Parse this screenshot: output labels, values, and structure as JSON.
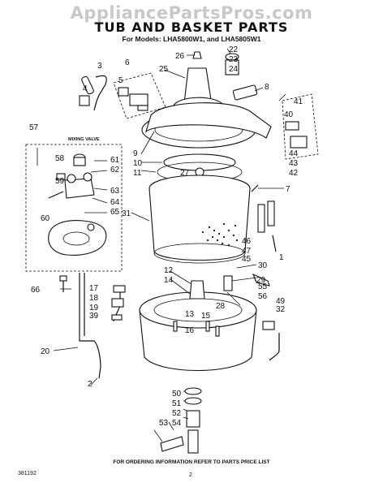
{
  "watermark": "AppliancePartsPros.com",
  "title": "TUB AND BASKET PARTS",
  "subtitle": "For Models: LHA5800W1, and LHA5805W1",
  "inset_label": "MIXING VALVE",
  "footer": "FOR ORDERING INFORMATION REFER TO PARTS PRICE LIST",
  "doc_number": "381192",
  "page_number": "2",
  "callouts": [
    "1",
    "2",
    "3",
    "4",
    "5",
    "6",
    "7",
    "8",
    "9",
    "10",
    "11",
    "12",
    "13",
    "14",
    "15",
    "16",
    "17",
    "18",
    "19",
    "20",
    "22",
    "23",
    "24",
    "25",
    "26",
    "27",
    "28",
    "29",
    "30",
    "31",
    "32",
    "39",
    "40",
    "41",
    "42",
    "43",
    "44",
    "45",
    "46",
    "47",
    "49",
    "50",
    "51",
    "52",
    "53",
    "54",
    "55",
    "56",
    "57",
    "58",
    "59",
    "60",
    "61",
    "62",
    "63",
    "64",
    "65",
    "66"
  ]
}
